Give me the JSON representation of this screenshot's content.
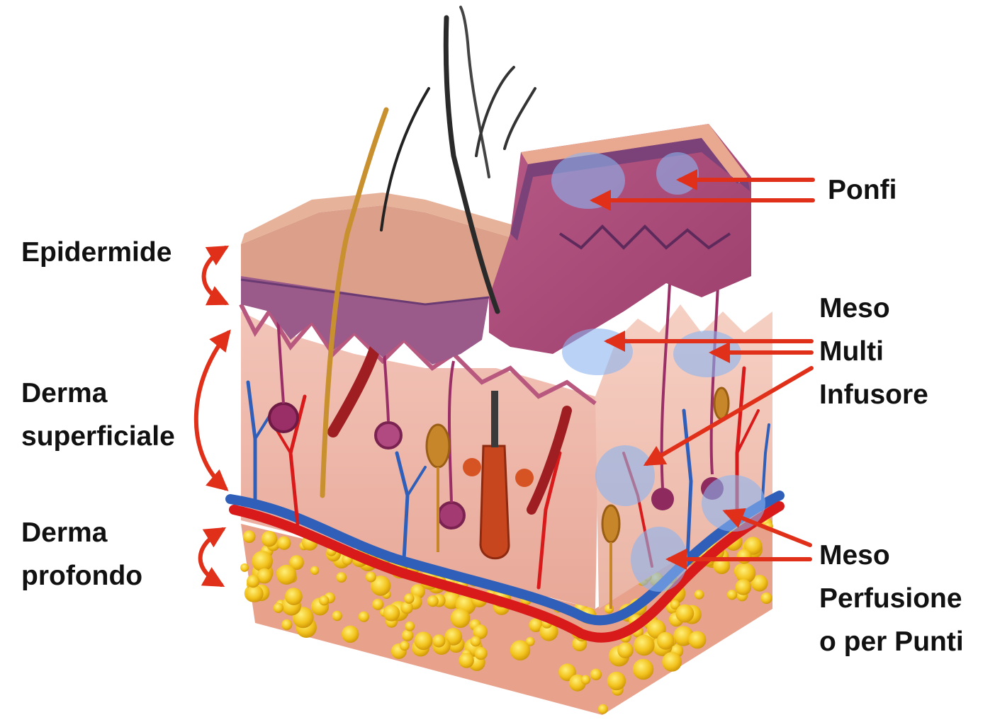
{
  "labels": {
    "ponfi": "Ponfi",
    "epidermide": "Epidermide",
    "derma_superficiale": [
      "Derma",
      "superficiale"
    ],
    "derma_profondo": [
      "Derma",
      "profondo"
    ],
    "meso_multi_infusore": [
      "Meso",
      "Multi",
      "Infusore"
    ],
    "meso_perfusione": [
      "Meso",
      "Perfusione",
      "o per Punti"
    ]
  },
  "colors": {
    "arrow": "#e0301a",
    "injection_spot": "#8ab4f0",
    "text": "#111111"
  }
}
